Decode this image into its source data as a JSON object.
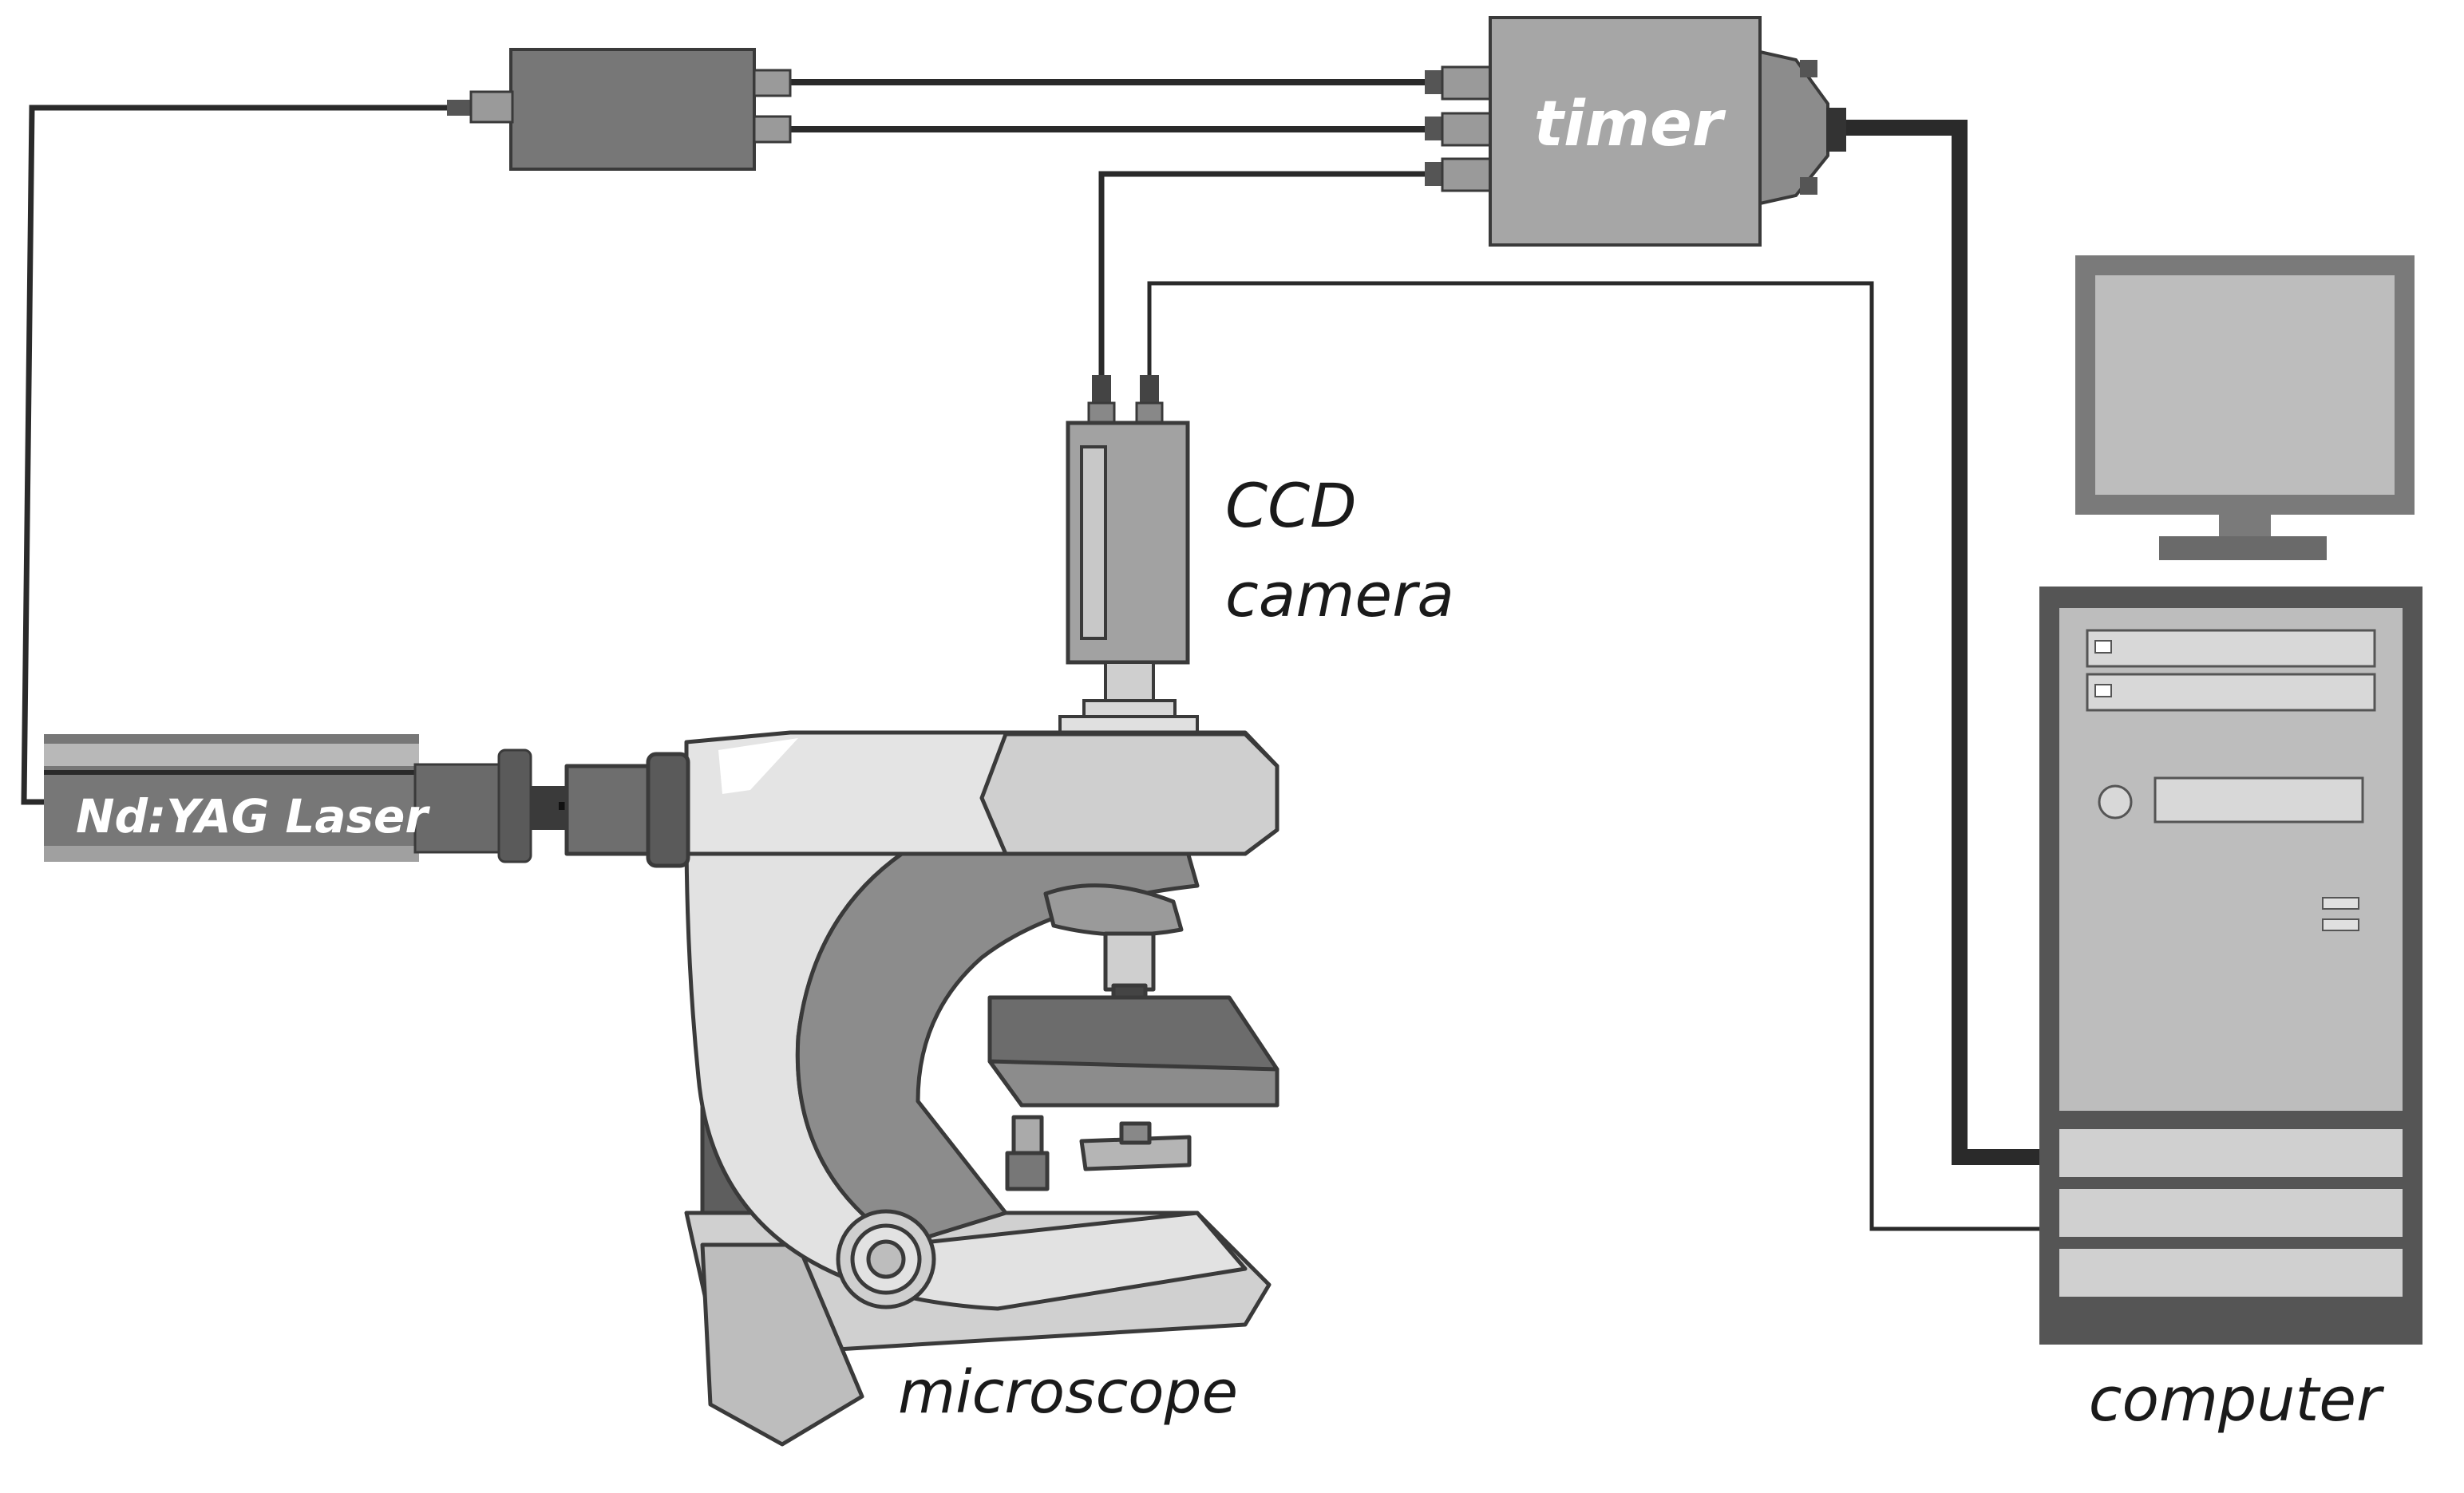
{
  "labels": {
    "timer": "timer",
    "ccd_line1": "CCD",
    "ccd_line2": "camera",
    "laser": "Nd:YAG Laser",
    "microscope": "microscope",
    "computer": "computer"
  },
  "colors": {
    "background": "#ffffff",
    "device_dark": "#6e6e6e",
    "device_mid": "#8c8c8c",
    "device_light": "#b4b4b4",
    "outline": "#3a3a3a",
    "cable": "#2a2a2a",
    "microscope_light": "#d8d8d8",
    "monitor_screen": "#bdbdbd"
  },
  "icons": {
    "timer": "timer-box",
    "splitter": "signal-splitter-box",
    "ccd_camera": "ccd-camera",
    "laser": "nd-yag-laser",
    "microscope": "microscope",
    "computer": "desktop-computer"
  }
}
